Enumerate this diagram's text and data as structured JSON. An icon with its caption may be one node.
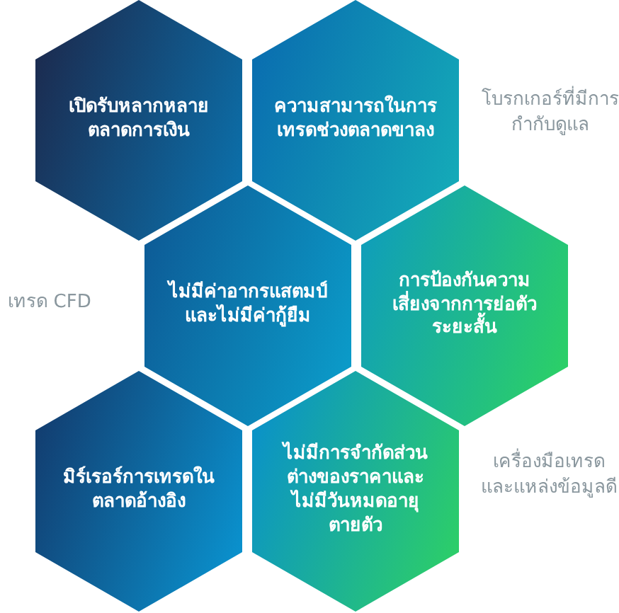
{
  "diagram": {
    "nodes": [
      {
        "text": [
          "เปิดรับหลากหลายตลาดการเงิน"
        ]
      },
      {
        "text": [
          "ความสามารถในการเทรดช่วงตลาดขาลง"
        ]
      },
      {
        "text": [
          "ไม่มีค่าอากรแสตมป์และไม่มีค่ากู้ยืม"
        ]
      },
      {
        "text": [
          "การป้องกันความเสี่ยงจากการย่อตัวระยะสั้น"
        ]
      },
      {
        "text": [
          "มิร์เรอร์การเทรดในตลาดอ้างอิง"
        ]
      },
      {
        "text": [
          "ไม่มีการจำกัดส่วนต่างของราคาและไม่มีวันหมดอายุตายตัว"
        ]
      }
    ],
    "labels": [
      "โบรกเกอร์ที่มีการกำกับดูแล",
      "เทรด CFD",
      "เครื่องมือเทรดและแหล่งข้อมูลดี"
    ]
  }
}
